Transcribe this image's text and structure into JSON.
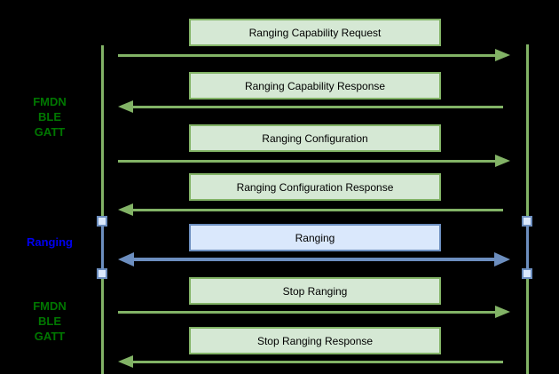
{
  "diagram": {
    "type": "sequence-diagram",
    "background": "#000000",
    "colors": {
      "green_fill": "#d5e8d4",
      "green_stroke": "#82b366",
      "blue_fill": "#dae8fc",
      "blue_stroke": "#6c8ebf",
      "phase_text_green": "#007700",
      "phase_text_blue": "#0000f0",
      "message_text": "#000000"
    },
    "phases": [
      {
        "lines": [
          "FMDN",
          "BLE",
          "GATT"
        ],
        "color": "#007700"
      },
      {
        "lines": [
          "Ranging"
        ],
        "color": "#0000f0"
      },
      {
        "lines": [
          "FMDN",
          "BLE",
          "GATT"
        ],
        "color": "#007700"
      }
    ],
    "messages": [
      {
        "label": "Ranging Capability Request",
        "direction": "right",
        "style": "green"
      },
      {
        "label": "Ranging Capability Response",
        "direction": "left",
        "style": "green"
      },
      {
        "label": "Ranging Configuration",
        "direction": "right",
        "style": "green"
      },
      {
        "label": "Ranging Configuration Response",
        "direction": "left",
        "style": "green"
      },
      {
        "label": "Ranging",
        "direction": "both",
        "style": "blue"
      },
      {
        "label": "Stop Ranging",
        "direction": "right",
        "style": "green"
      },
      {
        "label": "Stop Ranging Response",
        "direction": "left",
        "style": "green"
      }
    ]
  }
}
